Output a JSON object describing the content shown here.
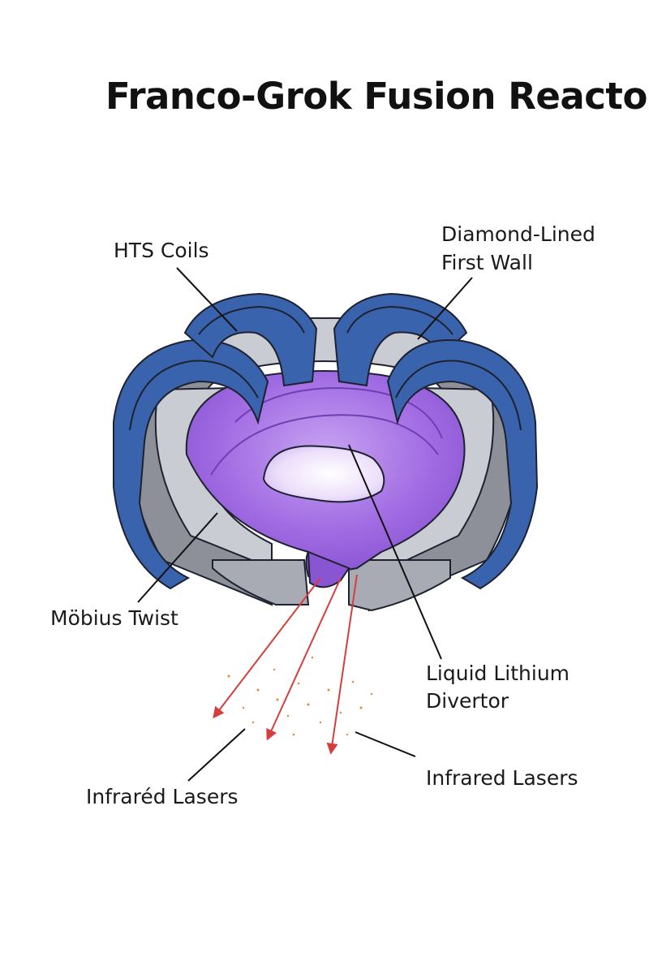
{
  "title": "Franco-Grok Fusion Reactor",
  "labels": {
    "hts_coils": "HTS Coils",
    "first_wall": [
      "Diamond-Lined",
      "First Wall"
    ],
    "mobius_twist": "Möbius Twist",
    "divertor": [
      "Liquid Lithium",
      "Divertor"
    ],
    "lasers_left": "Infraréd Lasers",
    "lasers_right": "Infrared Lasers"
  },
  "colors": {
    "coil": "#3a63ad",
    "coil_highlight": "#5b82c9",
    "wall": "#c9ccd3",
    "wall_dark": "#8d9099",
    "plasma": "#9a62de",
    "plasma_light": "#b78bed",
    "core": "#efe4fb",
    "laser": "#d63d3d",
    "spark": "#e8873a"
  }
}
